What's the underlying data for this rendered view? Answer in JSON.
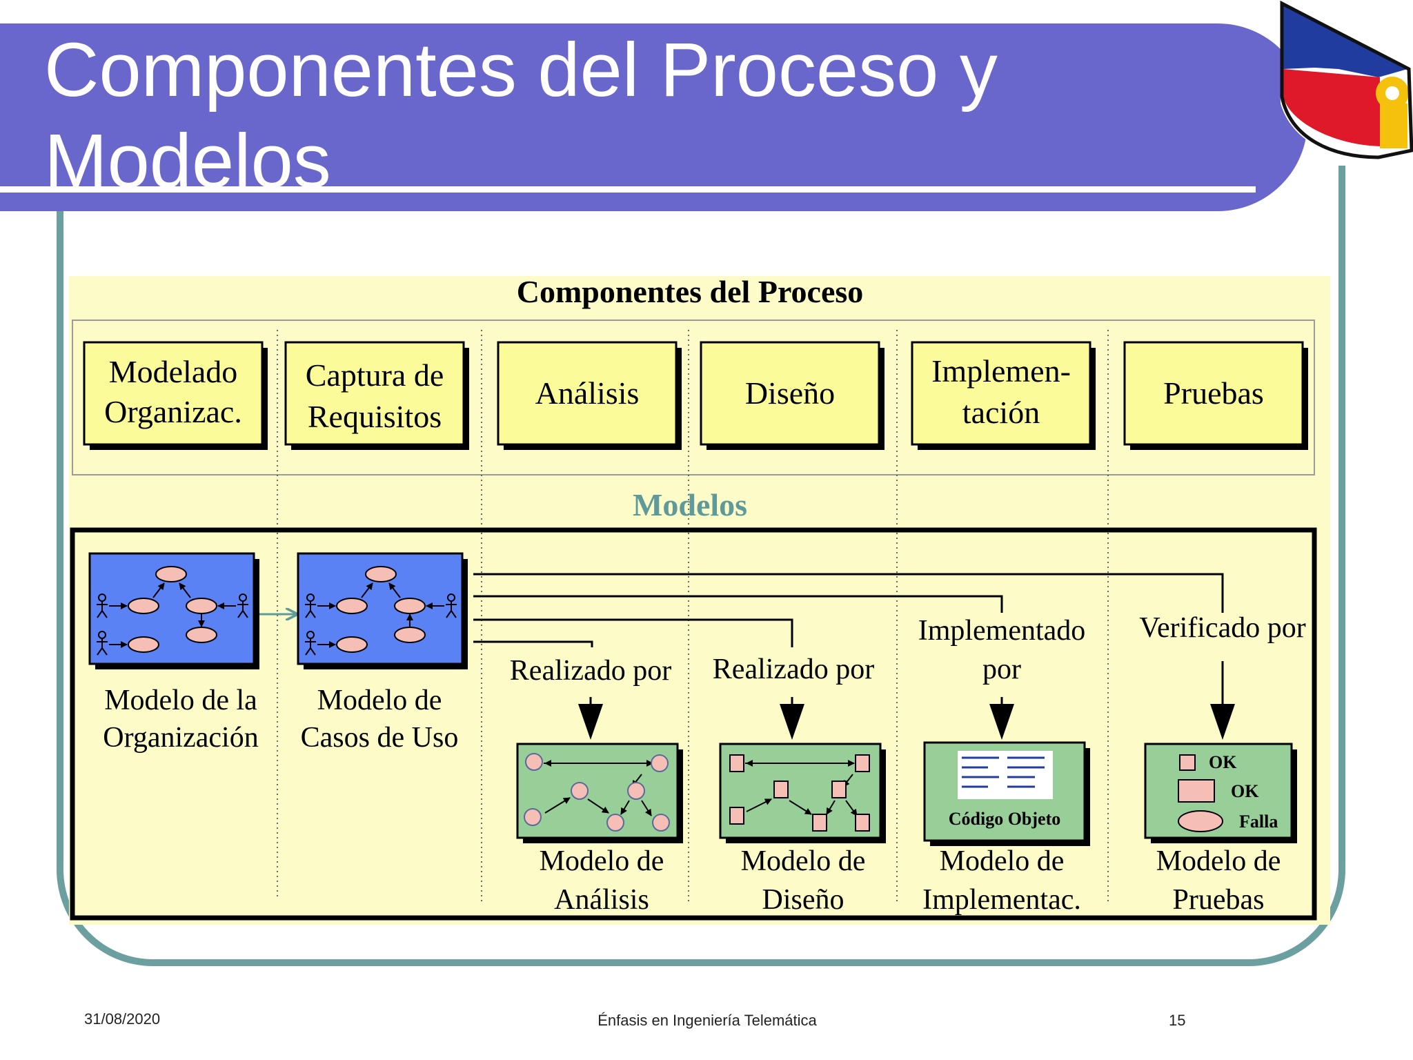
{
  "slide_title_line1": "Componentes del Proceso y",
  "slide_title_line2": "Modelos",
  "diagram": {
    "process_heading": "Componentes del Proceso",
    "workflows": [
      {
        "line1": "Modelado",
        "line2": "Organizac."
      },
      {
        "line1": "Captura de",
        "line2": "Requisitos"
      },
      {
        "line1": "Análisis",
        "line2": ""
      },
      {
        "line1": "Diseño",
        "line2": ""
      },
      {
        "line1": "Implemen-",
        "line2": "tación"
      },
      {
        "line1": "Pruebas",
        "line2": ""
      }
    ],
    "models_heading": "Modelos",
    "models": [
      {
        "line1": "Modelo de la",
        "line2": "Organización"
      },
      {
        "line1": "Modelo de",
        "line2": "Casos de Uso"
      },
      {
        "line1": "Modelo de",
        "line2": "Análisis"
      },
      {
        "line1": "Modelo de",
        "line2": "Diseño"
      },
      {
        "line1": "Modelo de",
        "line2": "Implementac."
      },
      {
        "line1": "Modelo de",
        "line2": "Pruebas"
      }
    ],
    "relations": {
      "realizado_analisis": "Realizado por",
      "realizado_diseno": "Realizado por",
      "implementado_line1": "Implementado",
      "implementado_line2": "por",
      "verificado": "Verificado por"
    },
    "codigo_objeto": "Código Objeto",
    "test_results": [
      "OK",
      "OK",
      "Falla"
    ]
  },
  "footer": {
    "date": "31/08/2020",
    "center": "Énfasis en Ingeniería Telemática",
    "page": "15"
  },
  "colors": {
    "banner": "#6a67cc",
    "panel": "#fdfcc8",
    "workflow_box": "#fcfb9a",
    "model_blue": "#5b82f5",
    "model_green": "#98cf98",
    "ellipse": "#f5bfb5",
    "models_heading": "#5f9a9a",
    "frame": "#6b9fa0"
  },
  "icons": [
    "logo",
    "actor-icon",
    "use-case-ellipse-icon"
  ]
}
